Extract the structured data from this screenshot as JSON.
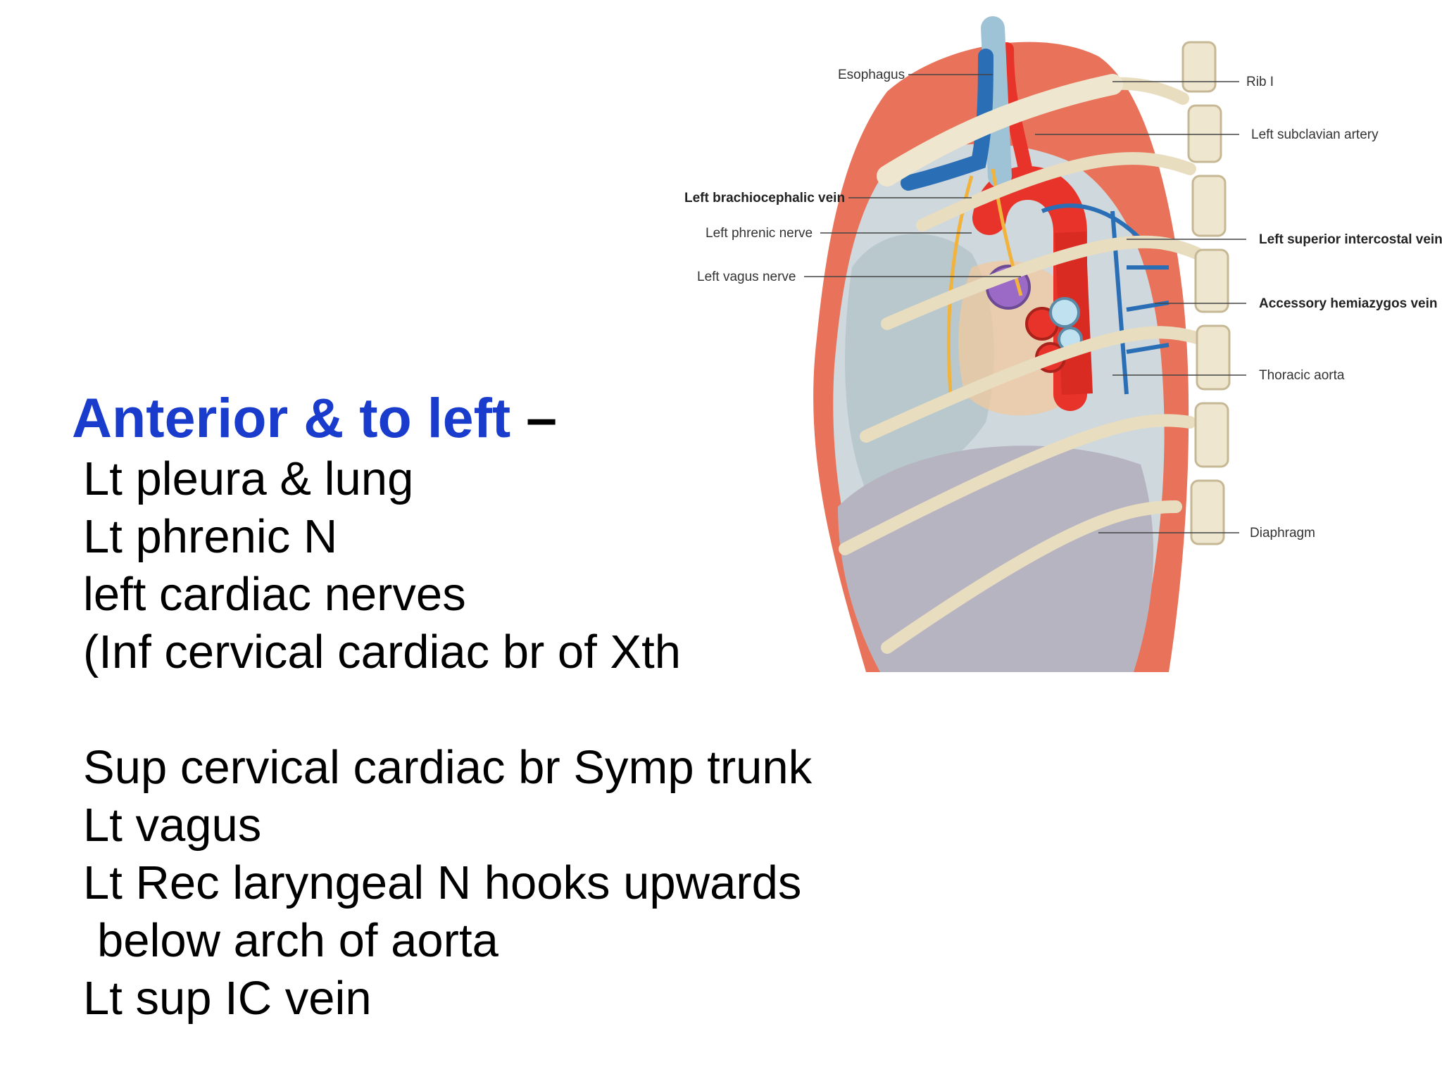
{
  "heading": {
    "highlight": "Anterior & to left",
    "dash": " –"
  },
  "lines": [
    "Lt pleura & lung",
    "Lt phrenic N",
    "left cardiac nerves",
    "(Inf cervical cardiac br of Xth",
    "",
    "Sup cervical cardiac br Symp trunk",
    "Lt vagus",
    "Lt Rec laryngeal N hooks upwards",
    "below arch of aorta",
    "Lt sup IC vein"
  ],
  "diagram": {
    "labels": {
      "esophagus": "Esophagus",
      "rib1": "Rib I",
      "left_subclavian_artery": "Left subclavian artery",
      "left_brachiocephalic_vein": "Left brachiocephalic vein",
      "left_phrenic_nerve": "Left phrenic nerve",
      "left_vagus_nerve": "Left vagus nerve",
      "left_superior_intercostal_vein": "Left superior intercostal vein",
      "accessory_hemiazygos_vein": "Accessory hemiazygos vein",
      "thoracic_aorta": "Thoracic aorta",
      "diaphragm": "Diaphragm"
    }
  },
  "colors": {
    "heading_blue": "#1a3ccd",
    "artery": "#e8332a",
    "vein": "#2a6fb5",
    "nerve": "#f2b33d",
    "bone": "#efe6cf",
    "muscle": "#e8735a"
  }
}
